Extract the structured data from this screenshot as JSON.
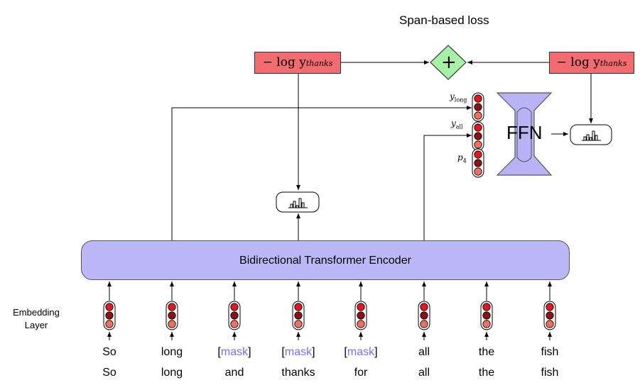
{
  "title": "Span-based loss",
  "embedding_label_line1": "Embedding",
  "embedding_label_line2": "Layer",
  "encoder_label": "Bidirectional Transformer Encoder",
  "ffn_label": "FFN",
  "plus_symbol": "+",
  "loss_left": {
    "prefix": "− log y",
    "subscript": "thanks"
  },
  "loss_right": {
    "prefix": "− log y",
    "subscript": "thanks"
  },
  "vector_labels": {
    "long": "y",
    "long_sub": "long",
    "all": "y",
    "all_sub": "all",
    "p": "p",
    "p_sub": "4"
  },
  "input_tokens": [
    {
      "top": "So",
      "bottom": "So",
      "masked": false
    },
    {
      "top": "long",
      "bottom": "long",
      "masked": false
    },
    {
      "top": "mask",
      "bottom": "and",
      "masked": true
    },
    {
      "top": "mask",
      "bottom": "thanks",
      "masked": true
    },
    {
      "top": "mask",
      "bottom": "for",
      "masked": true
    },
    {
      "top": "all",
      "bottom": "all",
      "masked": false
    },
    {
      "top": "the",
      "bottom": "the",
      "masked": false
    },
    {
      "top": "fish",
      "bottom": "fish",
      "masked": false
    }
  ],
  "colors": {
    "encoder": "#bcb7f7",
    "loss_box": "#f26b70",
    "plus_diamond": "#a8f0a8",
    "ffn": "#b9b2f5",
    "mask_text": "#7b6cf0",
    "dot_bright": "#e8141c",
    "dot_dark": "#8c1016",
    "dot_light": "#f07060"
  }
}
